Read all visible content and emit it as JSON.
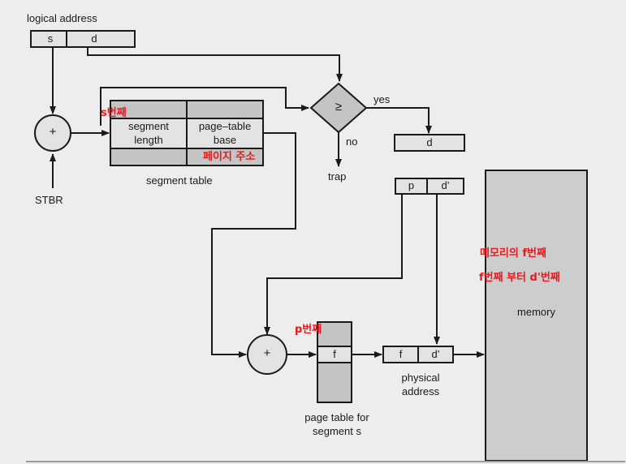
{
  "diagram": {
    "logical_address_label": "logical address",
    "field_s": "s",
    "field_d": "d",
    "plus_symbol": "+",
    "stbr_label": "STBR",
    "segment_table": {
      "col1_line1": "segment",
      "col1_line2": "length",
      "col2_line1": "page–table",
      "col2_line2": "base",
      "caption": "segment table"
    },
    "compare_symbol": "≥",
    "yes_label": "yes",
    "no_label": "no",
    "trap_label": "trap",
    "d_box": "d",
    "p_label": "p",
    "d_prime_label": "d’",
    "page_table": {
      "entry": "f",
      "caption_line1": "page table for",
      "caption_line2": "segment s"
    },
    "physical_address": {
      "f": "f",
      "d_prime": "d’",
      "caption_line1": "physical",
      "caption_line2": "address"
    },
    "memory_label": "memory"
  },
  "annotations": {
    "s_nth": "s번째",
    "page_addr": "페이지 주소",
    "mem_f_nth": "메모리의 f번째",
    "f_to_d": "f번째 부터 d'번째",
    "p_nth": "p번째"
  },
  "colors": {
    "box_fill": "#e3e3e3",
    "shade_fill": "#c4c4c4",
    "memory_fill": "#cdcdcd",
    "line": "#1a1a1a",
    "annotation": "#e8191c"
  }
}
